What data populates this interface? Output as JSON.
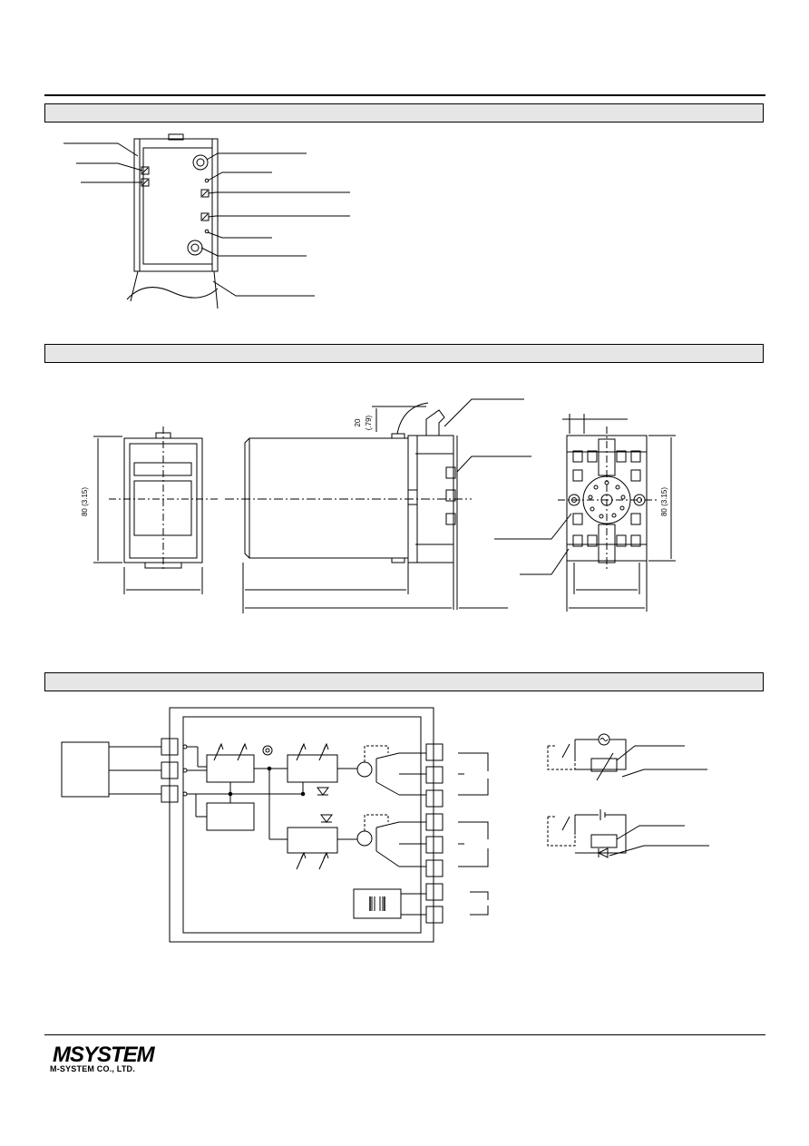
{
  "dimensions": {
    "height_label": "80 (3.15)",
    "socket_height_label": "80 (3.15)",
    "top_clearance_label": "20",
    "top_clearance_inch_label": "(.79)"
  },
  "footer": {
    "logo_text": "MSYSTEM",
    "company": "M-SYSTEM CO., LTD."
  }
}
